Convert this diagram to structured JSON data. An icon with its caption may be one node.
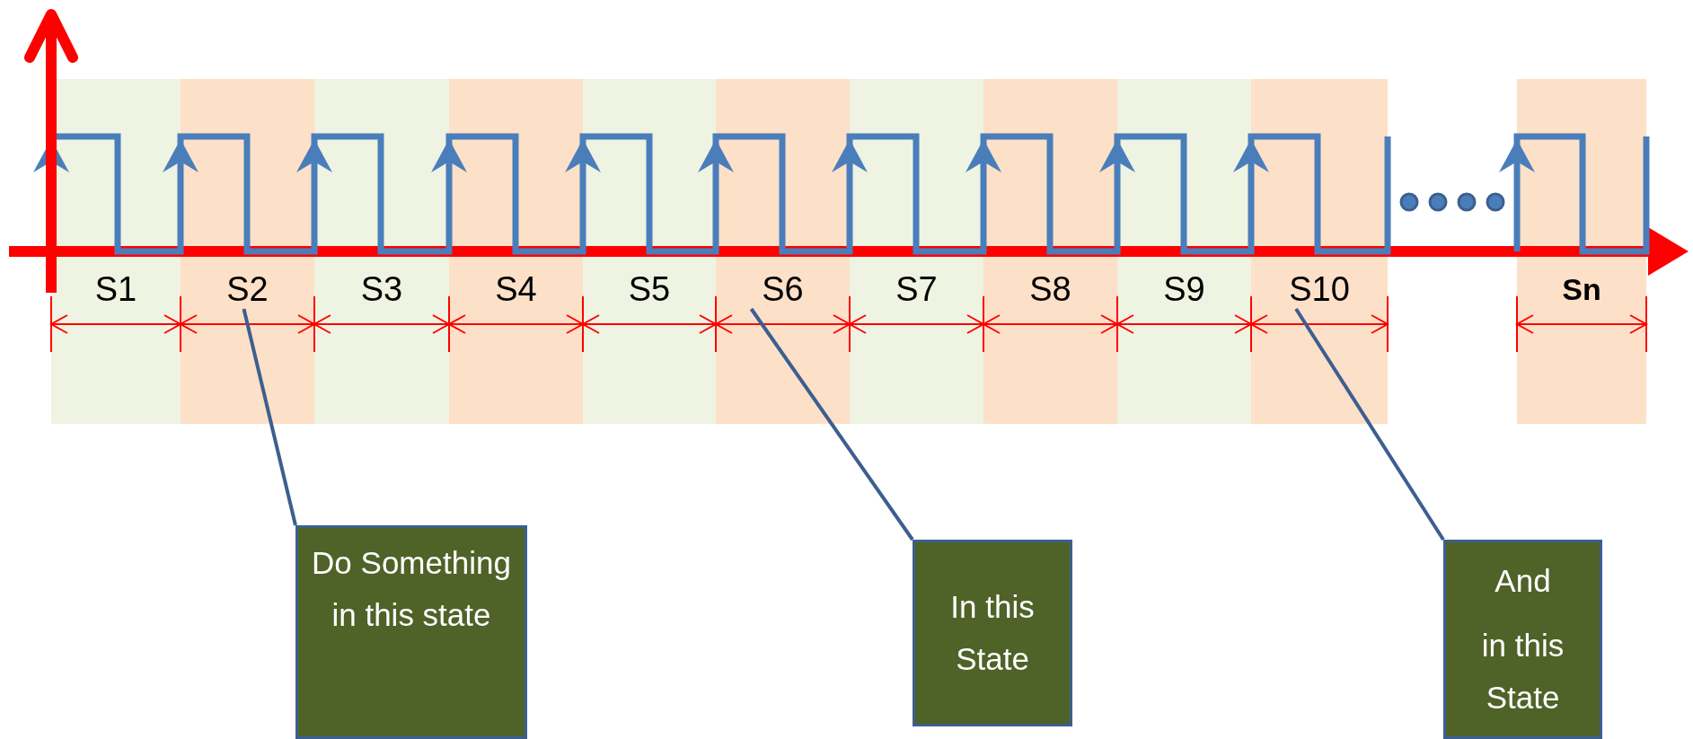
{
  "diagram": {
    "nodes": [
      {
        "text": [
          "S2"
        ]
      },
      {
        "text": [
          "S6"
        ]
      },
      {
        "text": [
          "S10"
        ]
      },
      {
        "text": [
          "Do Something in this state"
        ]
      },
      {
        "text": [
          "In this State"
        ]
      },
      {
        "text": [
          "And",
          "in this State"
        ]
      }
    ],
    "edges": [
      {
        "from": 3,
        "to": 0,
        "arrow": "none"
      },
      {
        "from": 4,
        "to": 1,
        "arrow": "none"
      },
      {
        "from": 5,
        "to": 2,
        "arrow": "none"
      }
    ],
    "labels": [
      "S1",
      "S3",
      "S4",
      "S5",
      "S7",
      "S8",
      "S9",
      "Sn"
    ]
  }
}
